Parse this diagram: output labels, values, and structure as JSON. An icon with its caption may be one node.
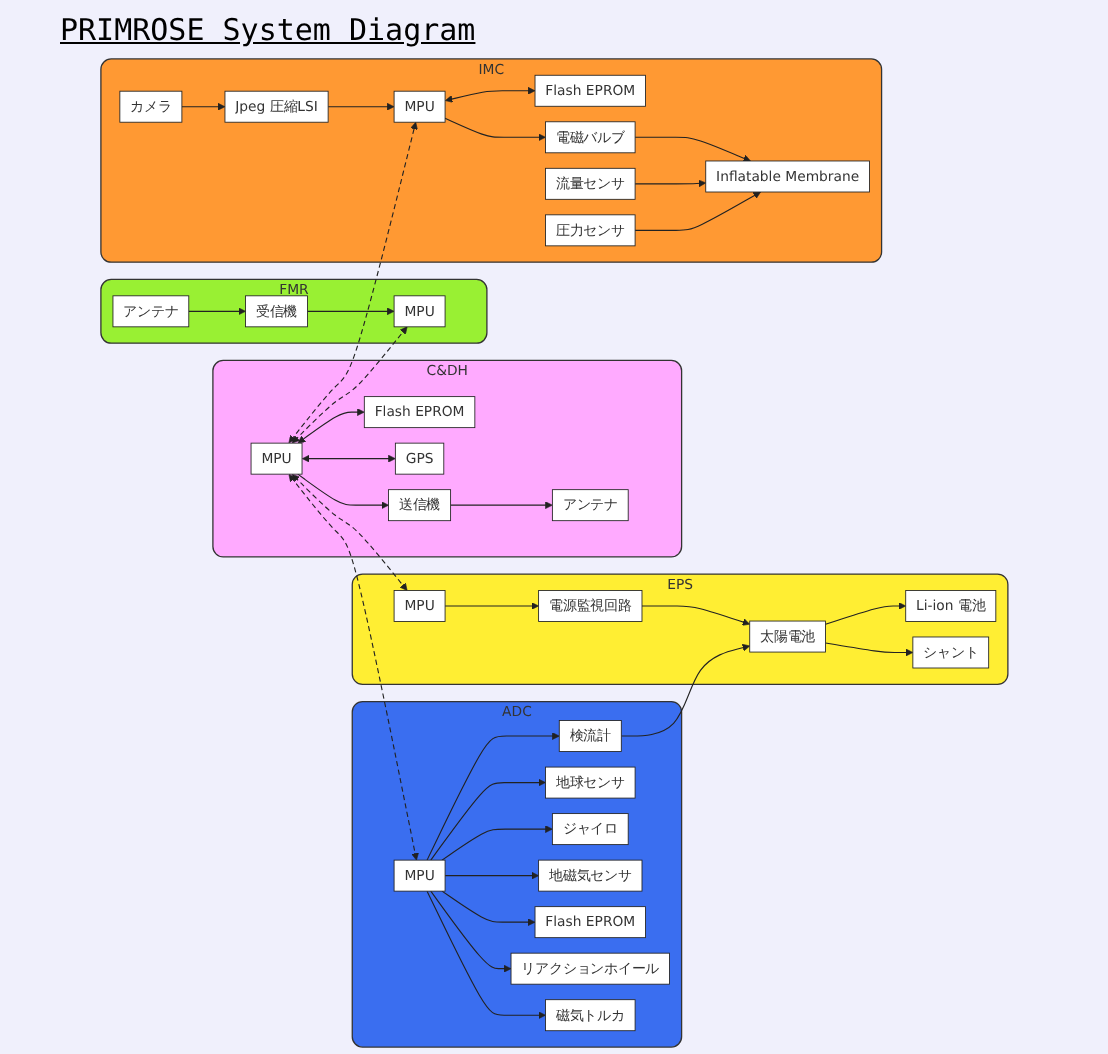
{
  "diagram": {
    "title": "PRIMROSE System Diagram",
    "nodes": [
      {
        "text": [
          "FMR"
        ]
      },
      {
        "text": [
          "MPU"
        ],
        "in": 0
      },
      {
        "text": [
          "アンテナ"
        ],
        "in": 0
      },
      {
        "text": [
          "受信機"
        ],
        "in": 0
      },
      {
        "text": [
          "C&DH"
        ]
      },
      {
        "text": [
          "MPU"
        ],
        "in": 4
      },
      {
        "text": [
          "Flash EPROM"
        ],
        "in": 4
      },
      {
        "text": [
          "GPS"
        ],
        "in": 4
      },
      {
        "text": [
          "送信機"
        ],
        "in": 4
      },
      {
        "text": [
          "アンテナ"
        ],
        "in": 4
      },
      {
        "text": [
          "EPS"
        ]
      },
      {
        "text": [
          "MPU"
        ],
        "in": 10
      },
      {
        "text": [
          "電源監視回路"
        ],
        "in": 10
      },
      {
        "text": [
          "Li-ion 電池"
        ],
        "in": 10
      },
      {
        "text": [
          "太陽電池"
        ],
        "in": 10
      },
      {
        "text": [
          "シャント"
        ],
        "in": 10
      },
      {
        "text": [
          "IMC"
        ]
      },
      {
        "text": [
          "カメラ"
        ],
        "in": 16
      },
      {
        "text": [
          "Jpeg 圧縮LSI"
        ],
        "in": 16
      },
      {
        "text": [
          "Flash EPROM"
        ],
        "in": 16
      },
      {
        "text": [
          "MPU"
        ],
        "in": 16
      },
      {
        "text": [
          "電磁バルブ"
        ],
        "in": 16
      },
      {
        "text": [
          "流量センサ"
        ],
        "in": 16
      },
      {
        "text": [
          "圧力センサ"
        ],
        "in": 16
      },
      {
        "text": [
          "Inflatable Membrane"
        ],
        "in": 16
      },
      {
        "text": [
          "ADC"
        ]
      },
      {
        "text": [
          "MPU"
        ],
        "in": 25
      },
      {
        "text": [
          "検流計"
        ],
        "in": 25
      },
      {
        "text": [
          "地球センサ"
        ],
        "in": 25
      },
      {
        "text": [
          "ジャイロ"
        ],
        "in": 25
      },
      {
        "text": [
          "地磁気センサ"
        ],
        "in": 25
      },
      {
        "text": [
          "Flash EPROM"
        ],
        "in": 25
      },
      {
        "text": [
          "リアクションホイール"
        ],
        "in": 25
      },
      {
        "text": [
          "磁気トルカ"
        ],
        "in": 25
      }
    ],
    "edges": [
      {
        "from": 2,
        "to": 3,
        "arrow": "to"
      },
      {
        "from": 3,
        "to": 1,
        "arrow": "to"
      },
      {
        "from": 5,
        "to": 6,
        "arrow": "both"
      },
      {
        "from": 5,
        "to": 7,
        "arrow": "both"
      },
      {
        "from": 5,
        "to": 8,
        "arrow": "to"
      },
      {
        "from": 8,
        "to": 9,
        "arrow": "to"
      },
      {
        "from": 5,
        "to": 1,
        "arrow": "both",
        "style": "dashed"
      },
      {
        "from": 5,
        "to": 11,
        "arrow": "both",
        "style": "dashed"
      },
      {
        "from": 5,
        "to": 20,
        "arrow": "both",
        "style": "dashed"
      },
      {
        "from": 5,
        "to": 26,
        "arrow": "both",
        "style": "dashed"
      },
      {
        "from": 11,
        "to": 12,
        "arrow": "to"
      },
      {
        "from": 14,
        "to": 13,
        "arrow": "to"
      },
      {
        "from": 14,
        "to": 15,
        "arrow": "to"
      },
      {
        "from": 12,
        "to": 14,
        "arrow": "to"
      },
      {
        "from": 27,
        "to": 14,
        "arrow": "to"
      },
      {
        "from": 17,
        "to": 18,
        "arrow": "to"
      },
      {
        "from": 18,
        "to": 20,
        "arrow": "to"
      },
      {
        "from": 20,
        "to": 19,
        "arrow": "both"
      },
      {
        "from": 20,
        "to": 21,
        "arrow": "to"
      },
      {
        "from": 21,
        "to": 24,
        "arrow": "to"
      },
      {
        "from": 22,
        "to": 24,
        "arrow": "to"
      },
      {
        "from": 23,
        "to": 24,
        "arrow": "to"
      },
      {
        "from": 26,
        "to": 27,
        "arrow": "to"
      },
      {
        "from": 26,
        "to": 28,
        "arrow": "to"
      },
      {
        "from": 26,
        "to": 29,
        "arrow": "to"
      },
      {
        "from": 26,
        "to": 30,
        "arrow": "to"
      },
      {
        "from": 26,
        "to": 31,
        "arrow": "to"
      },
      {
        "from": 26,
        "to": 32,
        "arrow": "to"
      },
      {
        "from": 26,
        "to": 33,
        "arrow": "to"
      }
    ]
  }
}
